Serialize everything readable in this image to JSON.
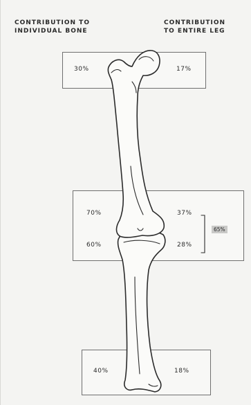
{
  "headers": {
    "individual_line1": "CONTRIBUTION TO",
    "individual_line2": "INDIVIDUAL BONE",
    "leg_line1": "CONTRIBUTION",
    "leg_line2": "TO ENTIRE LEG"
  },
  "hip": {
    "individual": "30%",
    "leg": "17%"
  },
  "knee": {
    "femur_individual": "70%",
    "femur_leg": "37%",
    "tibia_individual": "60%",
    "tibia_leg": "28%",
    "combined_leg": "65%"
  },
  "ankle": {
    "individual": "40%",
    "leg": "18%"
  }
}
